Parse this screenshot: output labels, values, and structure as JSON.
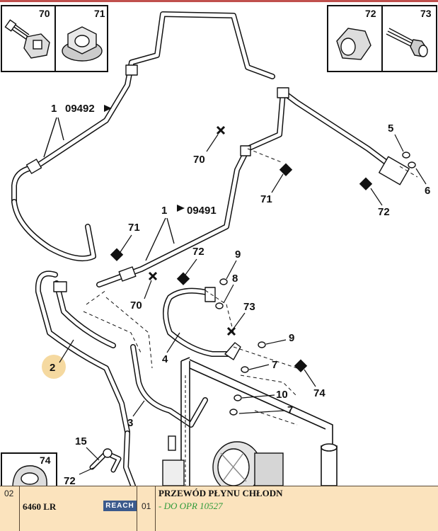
{
  "insets": [
    {
      "label": "70",
      "icon": "bolt-with-clip-icon"
    },
    {
      "label": "71",
      "icon": "flange-nut-icon"
    },
    {
      "label": "72",
      "icon": "nut-icon"
    },
    {
      "label": "73",
      "icon": "bolt-with-washer-icon"
    },
    {
      "label": "74",
      "icon": "bracket-icon"
    }
  ],
  "callouts": {
    "c1a": "1",
    "c1a_ref": "09492",
    "c1b": "1",
    "c1b_ref": "09491",
    "c2": "2",
    "c3": "3",
    "c4": "4",
    "c5": "5",
    "c6": "6",
    "c7a": "7",
    "c7b": "7",
    "c8": "8",
    "c9a": "9",
    "c9b": "9",
    "c10": "10",
    "c15": "15",
    "c70a": "70",
    "c70b": "70",
    "c71a": "71",
    "c71b": "71",
    "c72a": "72",
    "c72b": "72",
    "c72c": "72",
    "c73": "73",
    "c74": "74"
  },
  "colors": {
    "highlight": "#f5d9a0",
    "footer_bg": "#fbe3bd",
    "green_note": "#2f9a3a",
    "reach_badge": "#3b5a8c"
  },
  "footer": {
    "index": "02",
    "part_number": "6460 LR",
    "reach_badge": "REACH",
    "quantity": "01",
    "description": "PRZEWÓD PŁYNU CHŁODN",
    "note": "- DO OPR 10527"
  }
}
